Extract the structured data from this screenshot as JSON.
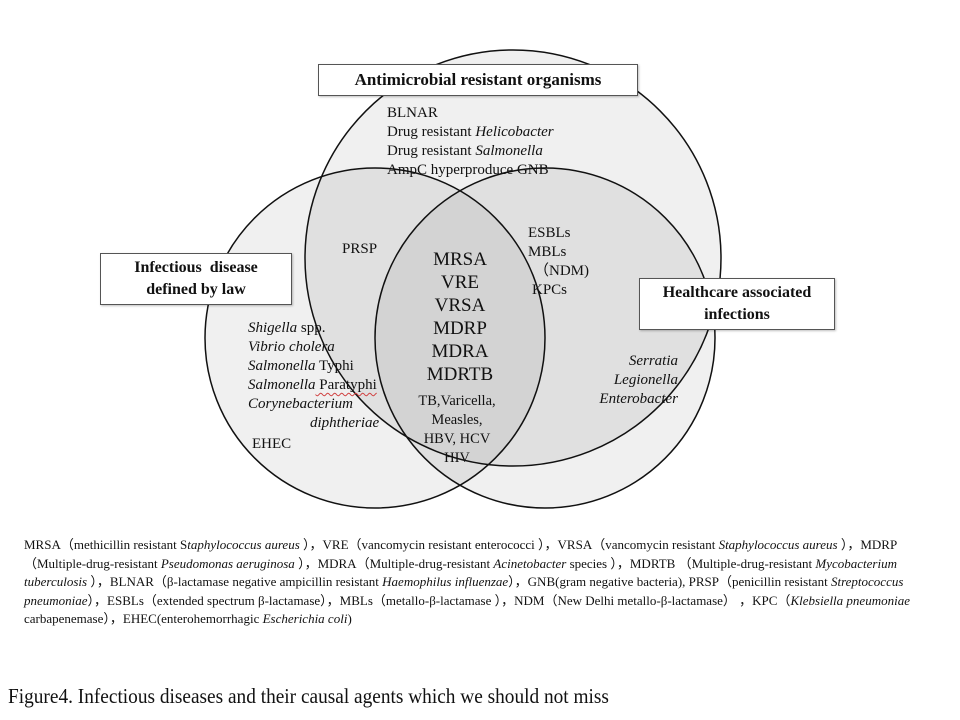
{
  "diagram": {
    "type": "venn",
    "sets": [
      {
        "id": "amr",
        "title": "Antimicrobial resistant organisms"
      },
      {
        "id": "law",
        "title_lines": [
          "Infectious  disease",
          "defined by law"
        ]
      },
      {
        "id": "hai",
        "title_lines": [
          "Healthcare associated",
          "infections"
        ]
      }
    ],
    "regions": {
      "amr_only": [
        {
          "plain": "BLNAR",
          "italic": ""
        },
        {
          "plain": "Drug resistant ",
          "italic": "Helicobacter"
        },
        {
          "plain": "Drug resistant ",
          "italic": "Salmonella"
        },
        {
          "plain": "AmpC hyperproduce GNB",
          "italic": ""
        }
      ],
      "amr_law": [
        "PRSP"
      ],
      "amr_hai": [
        "ESBLs",
        "MBLs",
        "（NDM)",
        "KPCs"
      ],
      "all_three": [
        "MRSA",
        "VRE",
        "VRSA",
        "MDRP",
        "MDRA",
        "MDRTB"
      ],
      "law_hai": [
        "TB,Varicella,",
        "Measles,",
        "HBV, HCV",
        "HIV"
      ],
      "law_only": [
        {
          "italic": "Shigella",
          "plain": " spp."
        },
        {
          "italic": "Vibrio cholera",
          "plain": ""
        },
        {
          "italic": "Salmonella",
          "plain": " Typhi"
        },
        {
          "italic": "Salmonella",
          "plain": " Paratyphi"
        },
        {
          "italic": "Corynebacterium",
          "plain": ""
        },
        {
          "italic": "diphtheriae",
          "plain": ""
        },
        {
          "italic": "",
          "plain": "EHEC"
        }
      ],
      "hai_only": [
        "Serratia",
        "Legionella",
        "Enterobacter"
      ]
    }
  },
  "legend": {
    "segments": [
      {
        "t": "MRSA（methicillin  resistant  S",
        "i": false
      },
      {
        "t": "taphylococcus aureus",
        "i": true
      },
      {
        "t": " ），VRE（vancomycin  resistant  enterococci  ），VRSA（vancomycin  resistant ",
        "i": false
      },
      {
        "t": "Staphylococcus aureus",
        "i": true
      },
      {
        "t": " ），MDRP（Multiple-drug-resistant  ",
        "i": false
      },
      {
        "t": "Pseudomonas aeruginosa",
        "i": true
      },
      {
        "t": " ），MDRA（Multiple-drug-resistant  ",
        "i": false
      },
      {
        "t": "Acinetobacter",
        "i": true
      },
      {
        "t": " species ），MDRTB （Multiple-drug-resistant  ",
        "i": false
      },
      {
        "t": "Mycobacterium tuberculosis",
        "i": true
      },
      {
        "t": " ），BLNAR（β-lactamase  negative  ampicillin  resistant ",
        "i": false
      },
      {
        "t": "Haemophilus influenzae",
        "i": true
      },
      {
        "t": "），GNB(gram  negative  bacteria), PRSP（penicillin  resistant  ",
        "i": false
      },
      {
        "t": "Streptococcus pneumoniae",
        "i": true
      },
      {
        "t": "），ESBLs（extended  spectrum β-lactamase），MBLs（metallo-β-lactamase  ），NDM（New Delhi  metallo-β-lactamase）  ，KPC（",
        "i": false
      },
      {
        "t": "Klebsiella pneumoniae",
        "i": true
      },
      {
        "t": " carbapenemase），EHEC(enterohemorrhagic  ",
        "i": false
      },
      {
        "t": "Escherichia coli",
        "i": true
      },
      {
        "t": ")",
        "i": false
      }
    ]
  },
  "caption": "Figure4. Infectious diseases and their causal agents which we should not miss",
  "colors": {
    "circle_fill": "#f0f0f0",
    "overlap_fill": "#dedede",
    "center_fill": "#d2d2d2",
    "stroke": "#111111",
    "squiggle": "#d04040"
  }
}
